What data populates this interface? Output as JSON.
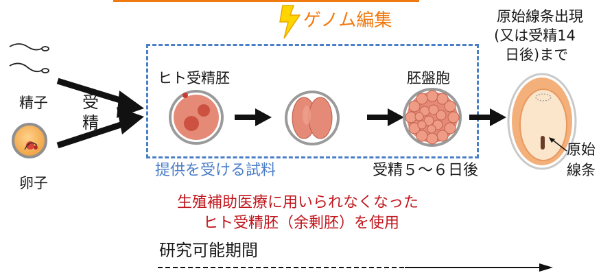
{
  "labels": {
    "genome_editing": "ゲノム編集",
    "primitive_streak_appearance": [
      "原始線条出現",
      "(又は受精14",
      "日後)まで"
    ],
    "sperm": "精子",
    "egg": "卵子",
    "fertilization": [
      "受",
      "精"
    ],
    "human_fertilized_embryo": "ヒト受精胚",
    "blastocyst": "胚盤胞",
    "provided_sample": "提供を受ける試料",
    "days_after_fertilization": "受精５〜６日後",
    "primitive_streak": [
      "原始",
      "線条"
    ],
    "surplus_embryo_note": [
      "生殖補助医療に用いられなくなった",
      "ヒト受精胚（余剰胚）を使用"
    ],
    "research_period": "研究可能期間"
  },
  "colors": {
    "genome_text": "#f07a10",
    "lightning": "#ffd400",
    "dashed_box": "#4a7ec6",
    "sample_text": "#4a7ec6",
    "note_text": "#c0161c",
    "cell_fill": "#e07a68",
    "cell_rim": "#9a9a9a",
    "embryo_outer": "#f4b07a",
    "embryo_inner": "#fbe6cc"
  },
  "icons": [
    "lightning-icon",
    "sperm-icon",
    "egg-icon",
    "arrow-icon"
  ]
}
